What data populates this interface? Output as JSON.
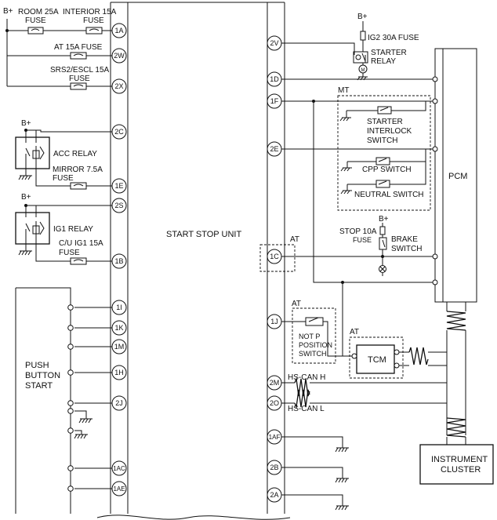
{
  "supply": {
    "bplus": "B+"
  },
  "fuses": {
    "room": [
      "ROOM 25A",
      "FUSE"
    ],
    "interior": [
      "INTERIOR 15A",
      "FUSE"
    ],
    "at": [
      "AT 15A FUSE"
    ],
    "srs": [
      "SRS2/ESCL 15A",
      "FUSE"
    ],
    "mirror": [
      "MIRROR 7.5A",
      "FUSE"
    ],
    "cu_ig1": [
      "C/U IG1 15A",
      "FUSE"
    ],
    "ig2": [
      "IG2 30A FUSE"
    ],
    "stop": [
      "STOP 10A",
      "FUSE"
    ]
  },
  "relays": {
    "acc": "ACC RELAY",
    "ig1": "IG1 RELAY",
    "starter": [
      "STARTER",
      "RELAY"
    ]
  },
  "units": {
    "ssu": "START STOP UNIT",
    "pcm": "PCM",
    "tcm": "TCM",
    "push": [
      "PUSH",
      "BUTTON",
      "START"
    ],
    "cluster": [
      "INSTRUMENT",
      "CLUSTER"
    ]
  },
  "switches": {
    "interlock": [
      "STARTER",
      "INTERLOCK",
      "SWITCH"
    ],
    "cpp": "CPP SWITCH",
    "neutral": "NEUTRAL SWITCH",
    "brake": [
      "BRAKE",
      "SWITCH"
    ],
    "notp": [
      "NOT P",
      "POSITION",
      "SWITCH"
    ]
  },
  "groups": {
    "mt": "MT",
    "at": "AT"
  },
  "can": {
    "high": "HS-CAN H",
    "low": "HS-CAN L"
  },
  "pins_left": [
    "1A",
    "2W",
    "2X",
    "2C",
    "1E",
    "2S",
    "1B",
    "1I",
    "1K",
    "1M",
    "1H",
    "2J",
    "1AC",
    "1AE"
  ],
  "pins_right": [
    "2V",
    "1D",
    "1F",
    "2E",
    "1C",
    "1J",
    "2M",
    "2O",
    "1AF",
    "2B",
    "2A"
  ]
}
